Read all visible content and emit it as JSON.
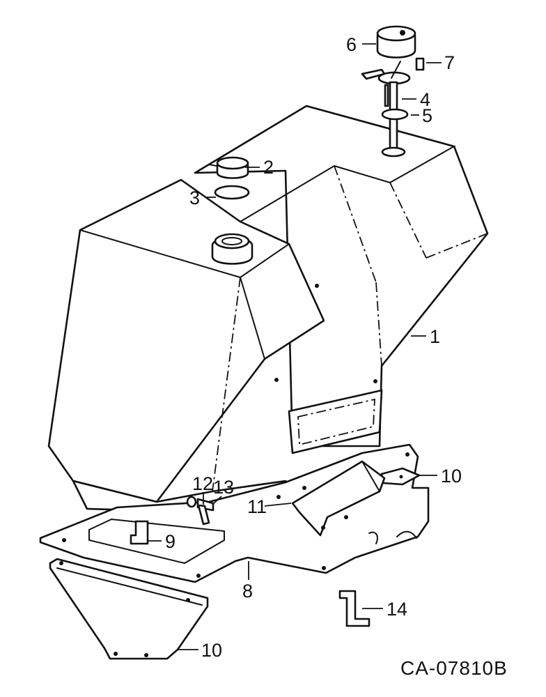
{
  "drawing_code": "CA-07810B",
  "callouts": [
    {
      "number": "1",
      "part": "fuel-tank"
    },
    {
      "number": "2",
      "part": "filler-cap"
    },
    {
      "number": "3",
      "part": "gasket-ring"
    },
    {
      "number": "4",
      "part": "fuel-gauge-sender"
    },
    {
      "number": "5",
      "part": "sender-gasket"
    },
    {
      "number": "6",
      "part": "gauge-cap"
    },
    {
      "number": "7",
      "part": "clip"
    },
    {
      "number": "8",
      "part": "mounting-plate"
    },
    {
      "number": "9",
      "part": "strap"
    },
    {
      "number": "10",
      "part": "support-bracket-right"
    },
    {
      "number": "11",
      "part": "bracket"
    },
    {
      "number": "12",
      "part": "washer"
    },
    {
      "number": "13",
      "part": "bolt"
    },
    {
      "number": "14",
      "part": "clamp-bracket"
    },
    {
      "number": "10",
      "part": "support-bracket-lower"
    }
  ]
}
